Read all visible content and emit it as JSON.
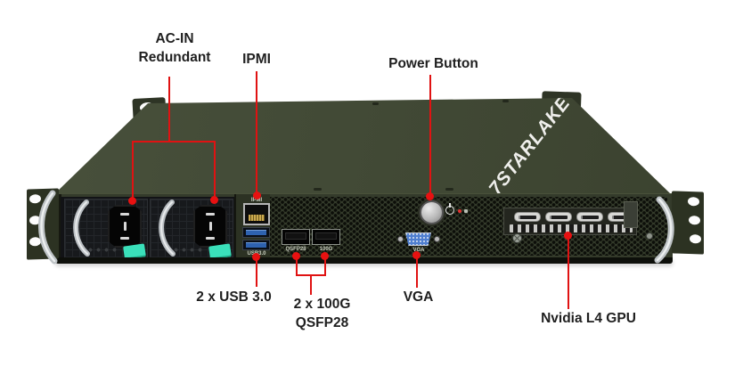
{
  "figure": {
    "brand_logo": "7STARLAKE",
    "callouts": {
      "ac_in": {
        "label": "AC-IN\nRedundant"
      },
      "ipmi": {
        "label": "IPMI"
      },
      "power_button": {
        "label": "Power Button"
      },
      "usb": {
        "label": "2 x USB 3.0"
      },
      "qsfp": {
        "label": "2 x 100G\nQSFP28"
      },
      "vga": {
        "label": "VGA"
      },
      "gpu": {
        "label": "Nvidia L4 GPU"
      }
    },
    "port_labels": {
      "ipmi": "IPMI",
      "usb": "USB3.0",
      "qsfp_left": "QSFP28",
      "qsfp_right": "100G",
      "vga": "VGA"
    },
    "colors": {
      "callout_red": "#e01212",
      "chassis_top": "#434b37",
      "chassis_front": "#343b2b",
      "psu_latch_teal": "#3ae0ba",
      "usb_blue": "#2e62b0",
      "vga_blue": "#4f7fd0"
    }
  }
}
